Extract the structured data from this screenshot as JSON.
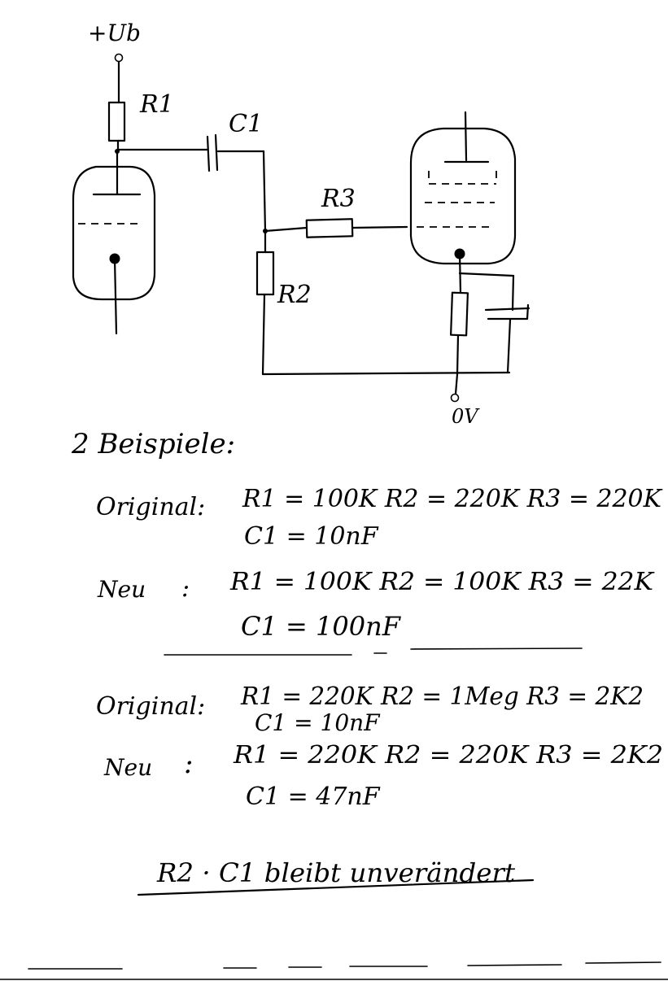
{
  "schematic": {
    "supply_label": "+Ub",
    "ground_label": "0V",
    "r1_label": "R1",
    "r2_label": "R2",
    "r3_label": "R3",
    "c1_label": "C1"
  },
  "notes": {
    "heading": "2 Beispiele:",
    "example1": {
      "original_label": "Original:",
      "original_line1": "R1 = 100K   R2 = 220K   R3 = 220K",
      "original_line2": "C1 = 10nF",
      "neu_label": "Neu",
      "neu_colon": ":",
      "neu_line1": "R1 = 100K   R2 = 100K   R3 = 22K",
      "neu_line2": "C1 = 100nF"
    },
    "example2": {
      "original_label": "Original:",
      "original_line1": "R1 = 220K   R2 = 1Meg   R3 = 2K2",
      "original_line2": "C1 = 10nF",
      "neu_label": "Neu",
      "neu_colon": ":",
      "neu_line1": "R1 = 220K   R2 = 220K   R3 = 2K2",
      "neu_line2": "C1 = 47nF"
    },
    "conclusion": "R2 · C1 bleibt unverändert"
  }
}
